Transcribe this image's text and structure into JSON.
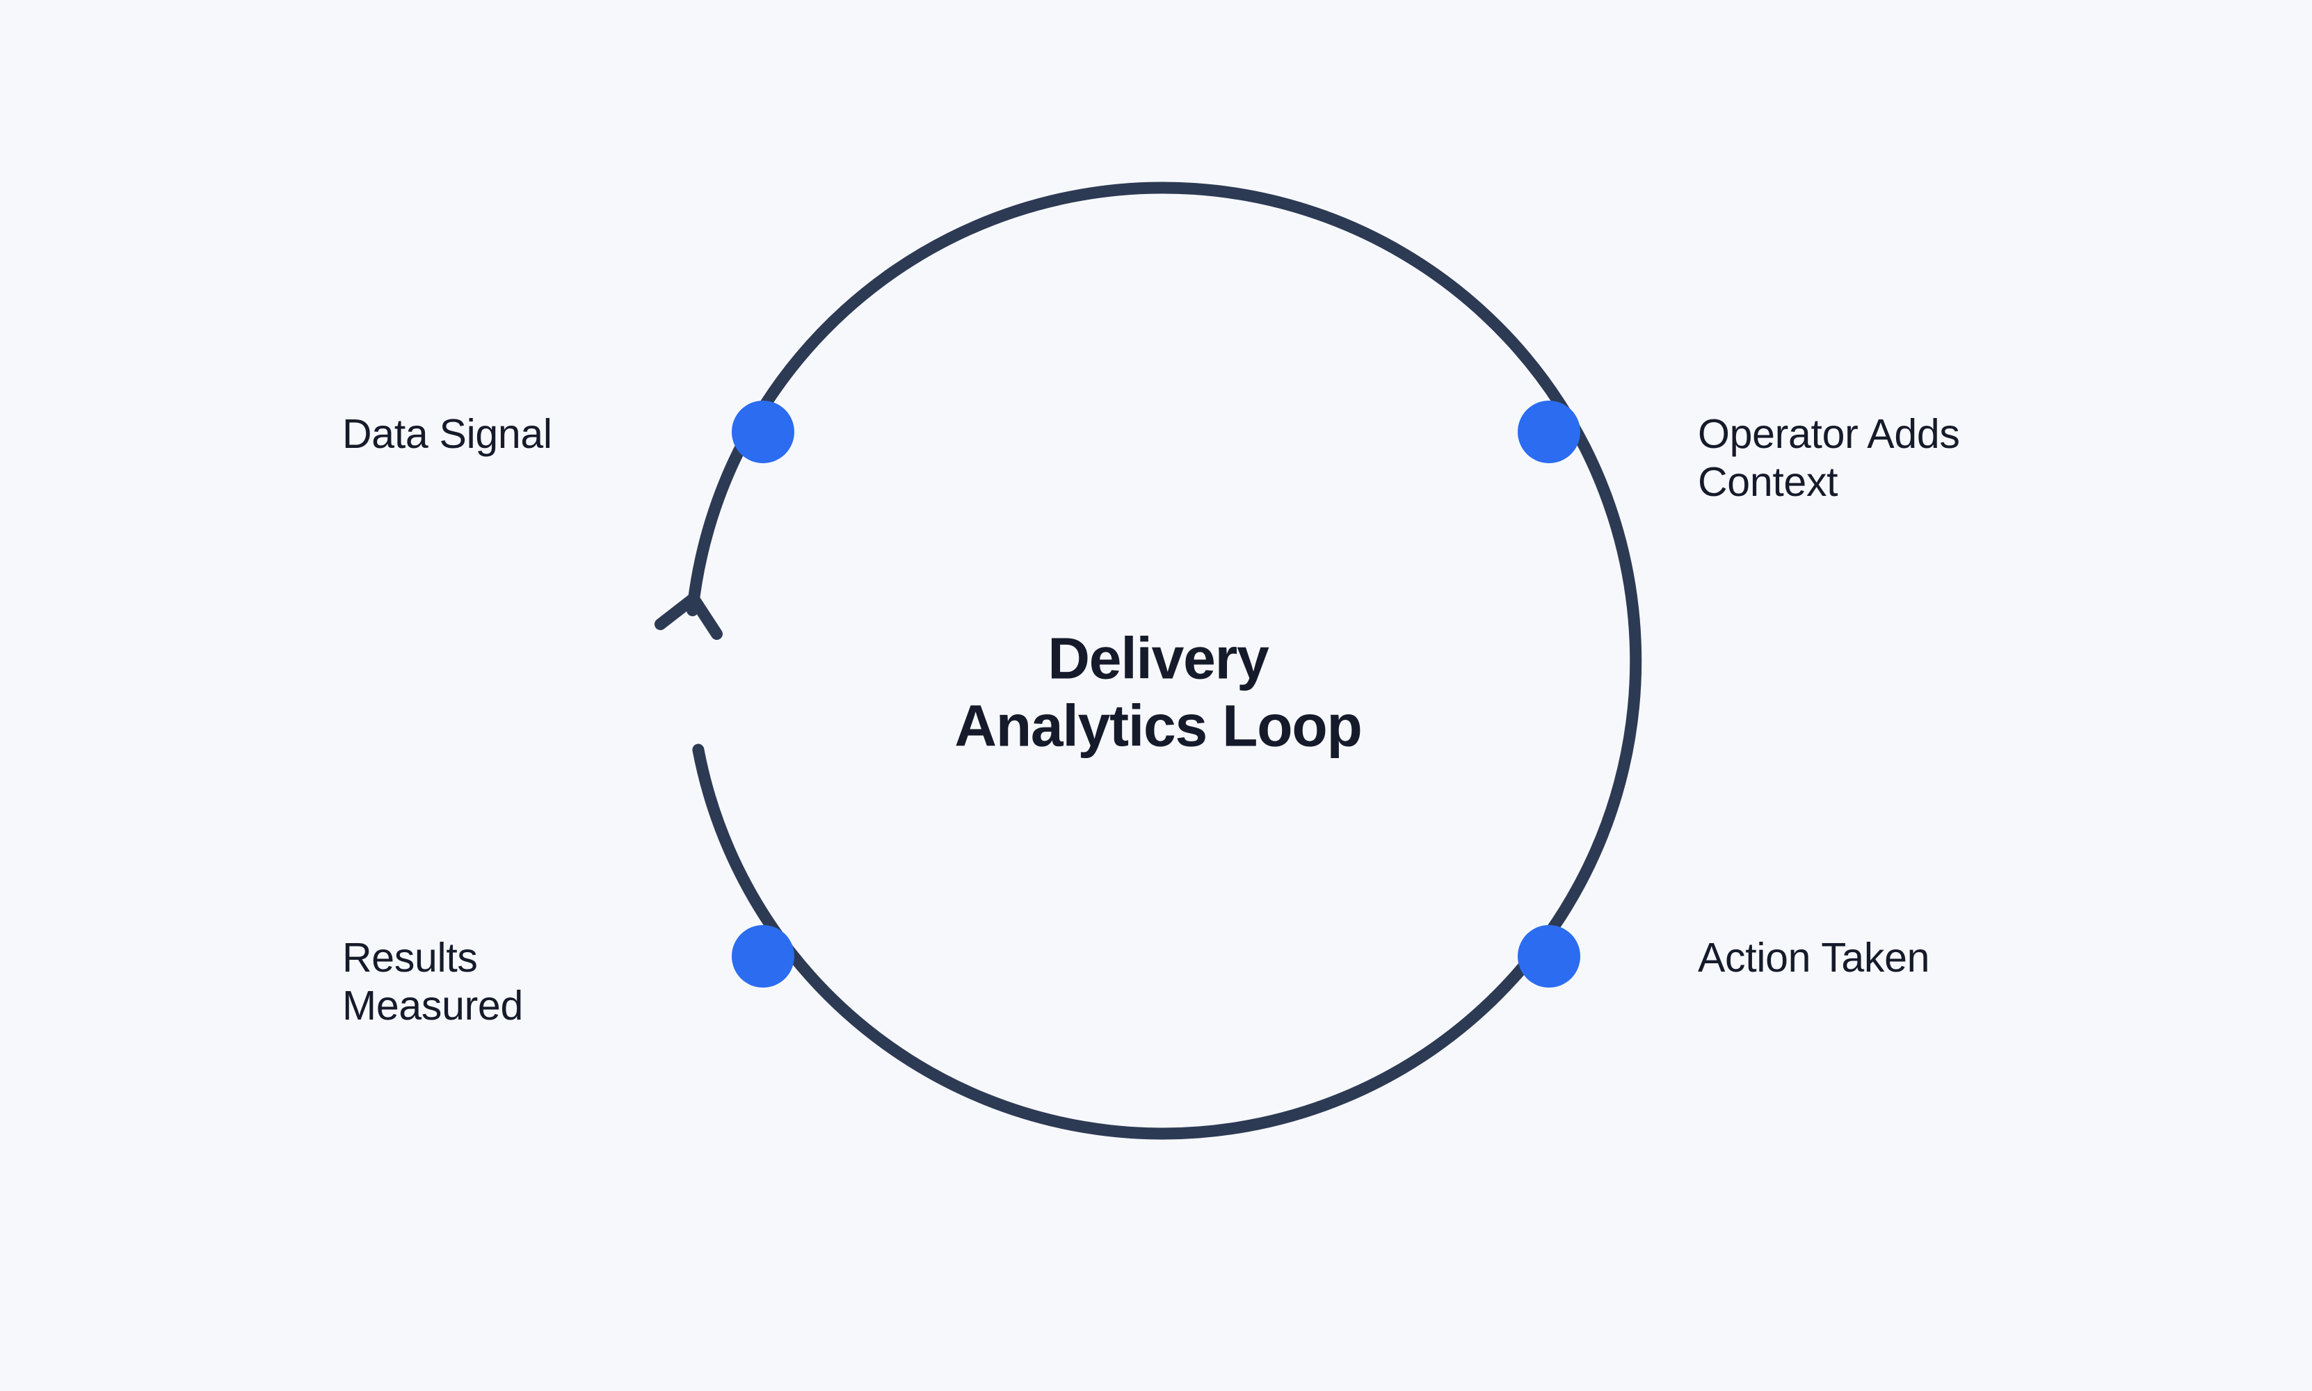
{
  "diagram": {
    "title_lines": [
      "Delivery",
      "Analytics Loop"
    ],
    "title_text": "Delivery Analytics Loop",
    "background_color": "#f7f8fc",
    "arc_color": "#2d3a54",
    "node_color": "#2b6cf0",
    "text_color": "#161b2b",
    "nodes": [
      {
        "id": "data-signal",
        "label_lines": [
          "Data Signal"
        ],
        "label": "Data Signal",
        "position": "top-left",
        "label_side": "left"
      },
      {
        "id": "operator-adds-context",
        "label_lines": [
          "Operator Adds",
          "Context"
        ],
        "label": "Operator Adds Context",
        "position": "top-right",
        "label_side": "right"
      },
      {
        "id": "action-taken",
        "label_lines": [
          "Action Taken"
        ],
        "label": "Action Taken",
        "position": "bottom-right",
        "label_side": "right"
      },
      {
        "id": "results-measured",
        "label_lines": [
          "Results",
          "Measured"
        ],
        "label": "Results Measured",
        "position": "bottom-left",
        "label_side": "left"
      }
    ],
    "flow": {
      "direction": "clockwise",
      "arrow_icon": "arrow-up-icon",
      "arrow_position": "left-upper"
    }
  }
}
